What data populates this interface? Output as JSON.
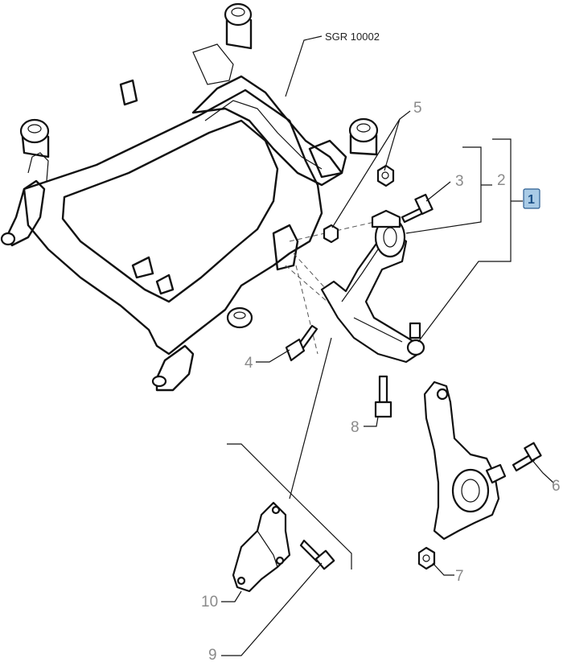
{
  "drawing": {
    "reference": "SGR 10002",
    "main_callout": "1",
    "callouts": {
      "c2": "2",
      "c3": "3",
      "c4": "4",
      "c5": "5",
      "c6": "6",
      "c7": "7",
      "c8": "8",
      "c9": "9",
      "c10": "10"
    }
  },
  "colors": {
    "highlight_fill": "#a9cbe6",
    "highlight_stroke": "#2b5d91",
    "callout_text": "#8a8a8a"
  }
}
